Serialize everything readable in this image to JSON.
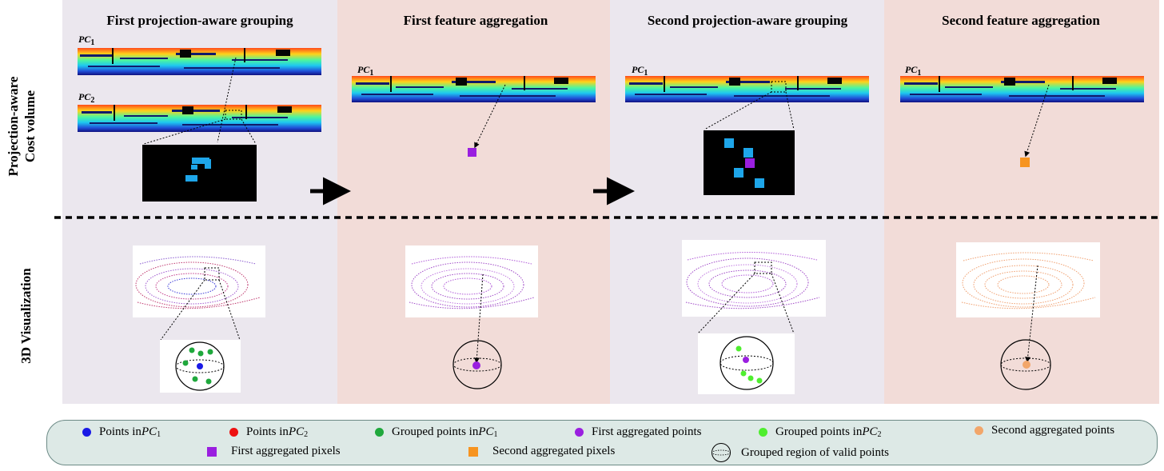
{
  "columns": [
    {
      "title": "First projection-aware grouping"
    },
    {
      "title": "First feature aggregation"
    },
    {
      "title": "Second projection-aware grouping"
    },
    {
      "title": "Second feature aggregation"
    }
  ],
  "rows": [
    {
      "label_line1": "Projection-aware",
      "label_line2": "Cost volume"
    },
    {
      "label": "3D Visualization"
    }
  ],
  "pc_labels": {
    "pc": "PC",
    "sub1": "1",
    "sub2": "2"
  },
  "colors": {
    "panel_gray": "#ebe7ee",
    "panel_pink": "#f2dcd8",
    "points_pc1": "#1a1ae6",
    "points_pc2": "#ee1111",
    "grouped_pc1": "#1fa83c",
    "first_aggregated": "#9a1fe0",
    "grouped_pc2": "#4fee2f",
    "second_aggregated": "#f2a66a",
    "first_agg_pixel": "#9a1fe0",
    "second_agg_pixel": "#f79420",
    "cyan_pixel": "#1ea6ea"
  },
  "legend": {
    "points_pc1": {
      "text": "Points in ",
      "pc": "PC",
      "sub": "1"
    },
    "points_pc2": {
      "text": "Points in ",
      "pc": "PC",
      "sub": "2"
    },
    "grouped_pc1": {
      "text": "Grouped points in ",
      "pc": "PC",
      "sub": "1"
    },
    "first_aggregated": {
      "text": "First aggregated points"
    },
    "grouped_pc2": {
      "text": "Grouped points in ",
      "pc": "PC",
      "sub": "2"
    },
    "second_aggregated": {
      "text": "Second aggregated points"
    },
    "first_pixels": {
      "text": "First aggregated pixels"
    },
    "second_pixels": {
      "text": "Second aggregated pixels"
    },
    "grouped_region": {
      "text": "Grouped region of valid points"
    }
  }
}
